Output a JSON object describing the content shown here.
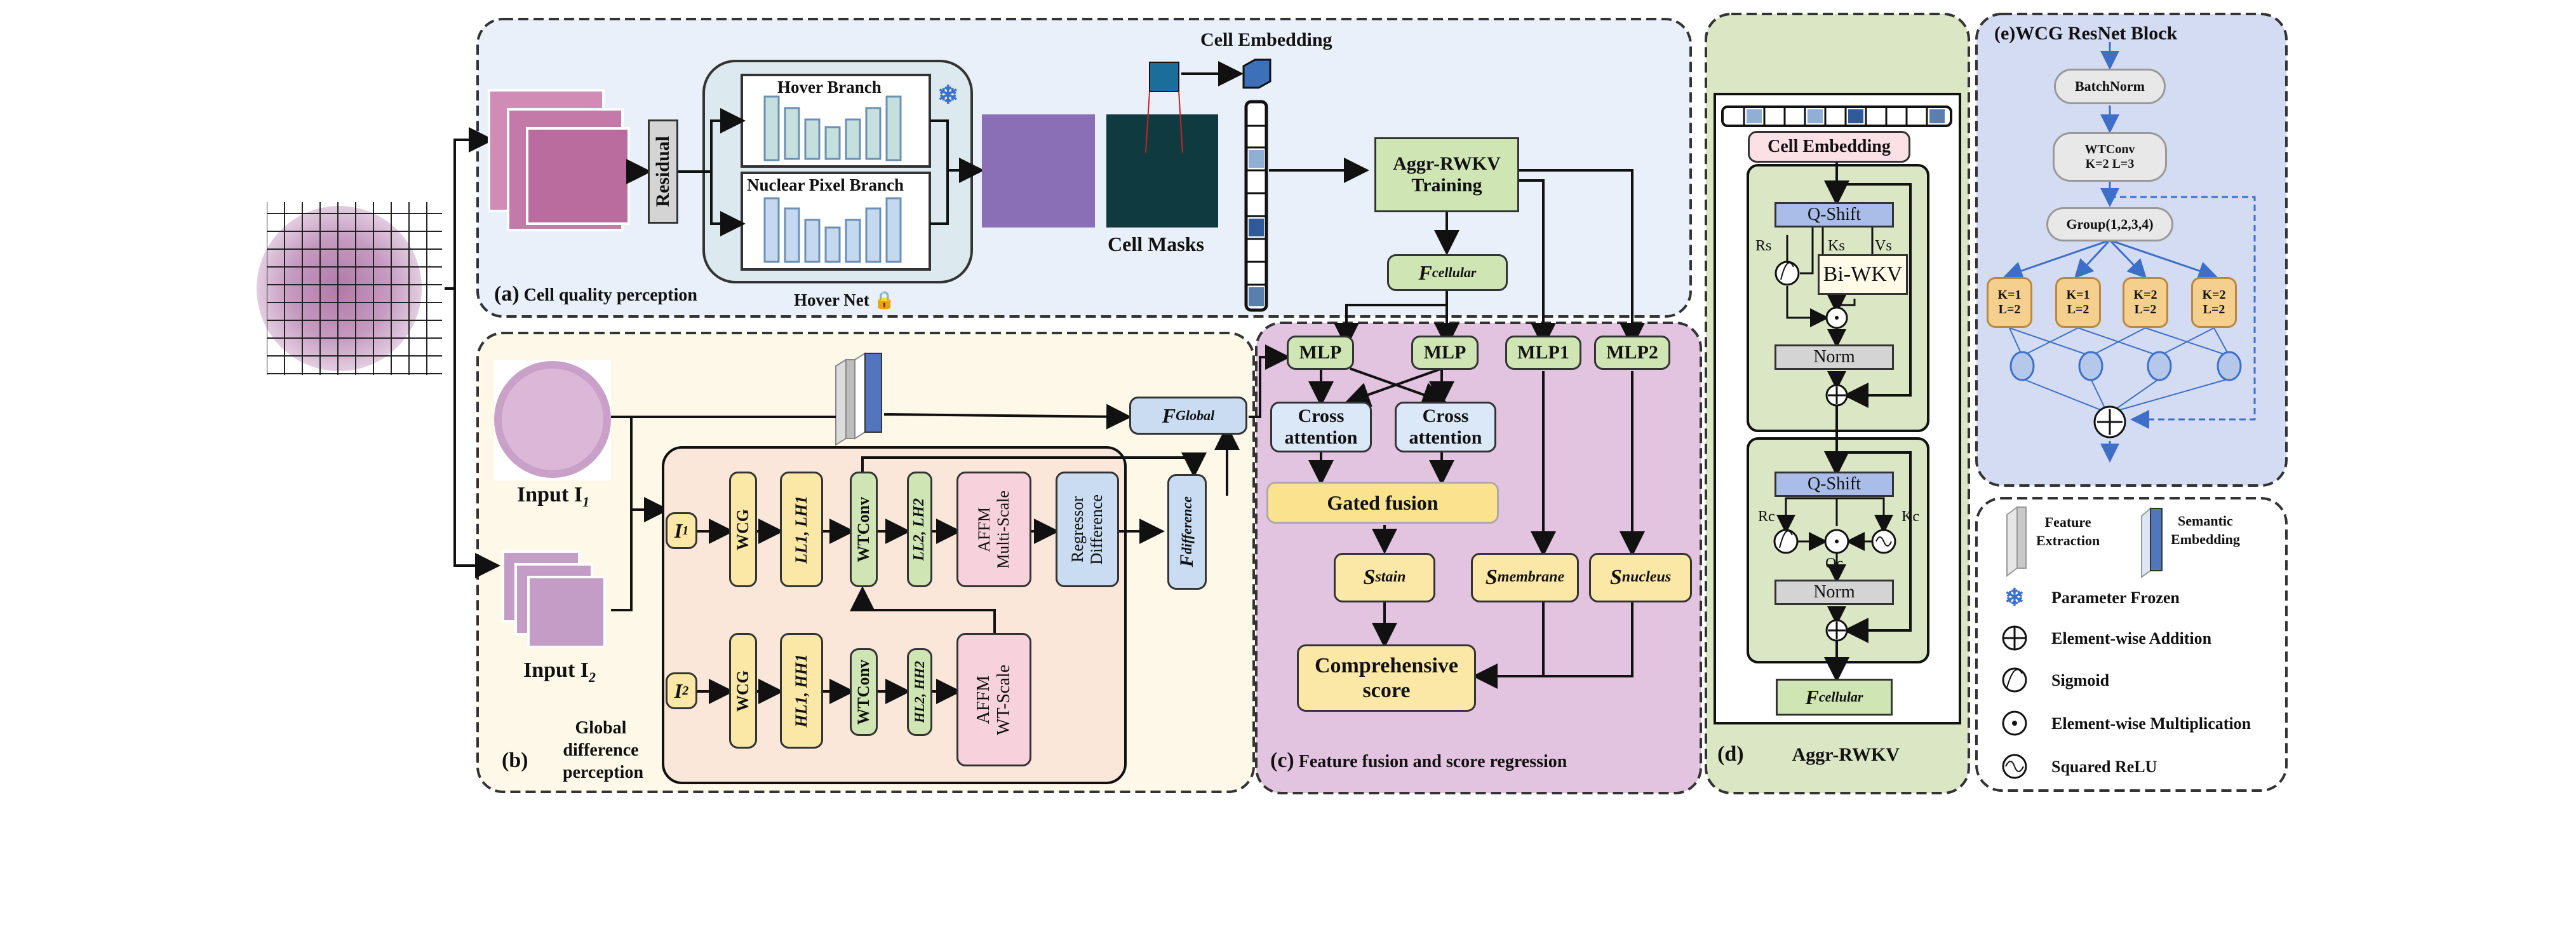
{
  "panel_a": {
    "caption_letter": "(a)",
    "caption": "Cell quality perception",
    "residual": "Residual",
    "hover_branch": "Hover Branch",
    "nuclear_branch": "Nuclear Pixel Branch",
    "hover_net": "Hover Net",
    "cell_embedding": "Cell Embedding",
    "cell_masks": "Cell Masks",
    "aggr_training_1": "Aggr-RWKV",
    "aggr_training_2": "Training",
    "f_cellular_sym": "F",
    "f_cellular_sub": "cellular"
  },
  "panel_b": {
    "caption_letter": "(b)",
    "caption_1": "Global",
    "caption_2": "difference",
    "caption_3": "perception",
    "input1": "Input I",
    "input1_sub": "1",
    "input2": "Input I",
    "input2_sub": "2",
    "f_global_sym": "F",
    "f_global_sub": "Global",
    "i1": "I",
    "i1_sub": "1",
    "i2": "I",
    "i2_sub": "2",
    "wcg": "WCG",
    "ll1lh1": "LL1, LH1",
    "hl1hh1": "HL1, HH1",
    "wtconv": "WTConv",
    "ll2lh2": "LL2, LH2",
    "hl2hh2": "HL2, HH2",
    "msaffm_1": "Multi-Scale",
    "msaffm_2": "AFFM",
    "wtaffm_1": "WT-Scale",
    "wtaffm_2": "AFFM",
    "diffreg_1": "Difference",
    "diffreg_2": "Regressor",
    "f_diff_sym": "F",
    "f_diff_sub": "difference"
  },
  "panel_c": {
    "caption_letter": "(c)",
    "caption": "Feature fusion and score regression",
    "mlp": "MLP",
    "mlp1": "MLP1",
    "mlp2": "MLP2",
    "cross_attention_1": "Cross",
    "cross_attention_2": "attention",
    "gated_fusion": "Gated fusion",
    "s_stain_sub": "stain",
    "s_membrane_sub": "membrane",
    "s_nucleus_sub": "nucleus",
    "s_sym": "S",
    "comp_1": "Comprehensive",
    "comp_2": "score"
  },
  "panel_d": {
    "caption_letter": "(d)",
    "caption": "Aggr-RWKV",
    "cell_embedding": "Cell Embedding",
    "qshift": "Q-Shift",
    "rs": "Rs",
    "ks": "Ks",
    "vs": "Vs",
    "biwkv": "Bi-WKV",
    "norm": "Norm",
    "rc": "Rc",
    "oc": "Oc",
    "kc": "Kc",
    "f_sym": "F",
    "f_sub": "cellular"
  },
  "panel_e": {
    "caption": "(e)WCG ResNet Block",
    "batchnorm": "BatchNorm",
    "wtconv_1": "WTConv",
    "wtconv_2": "K=2 L=3",
    "group": "Group(1,2,3,4)",
    "blocks": [
      {
        "k": "K=1",
        "l": "L=2"
      },
      {
        "k": "K=1",
        "l": "L=2"
      },
      {
        "k": "K=2",
        "l": "L=2"
      },
      {
        "k": "K=2",
        "l": "L=2"
      }
    ]
  },
  "legend": {
    "feature_extraction_1": "Feature",
    "feature_extraction_2": "Extraction",
    "semantic_embedding_1": "Semantic",
    "semantic_embedding_2": "Embedding",
    "items": [
      {
        "icon": "snowflake-icon",
        "label": "Parameter Frozen"
      },
      {
        "icon": "circle-plus-icon",
        "label": "Element-wise Addition"
      },
      {
        "icon": "sigmoid-icon",
        "label": "Sigmoid"
      },
      {
        "icon": "circle-dot-icon",
        "label": "Element-wise Multiplication"
      },
      {
        "icon": "squared-relu-icon",
        "label": "Squared ReLU"
      }
    ]
  },
  "colors": {
    "panel_a_bg": "#eaf0fa",
    "panel_b_bg": "#fdf8e8",
    "panel_b_inner": "#fbe6da",
    "panel_c_bg": "#e2c4e0",
    "panel_d_bg": "#dbe6c4",
    "panel_e_bg": "#d3dcf2",
    "arrow_blue": "#3d6fc9"
  }
}
